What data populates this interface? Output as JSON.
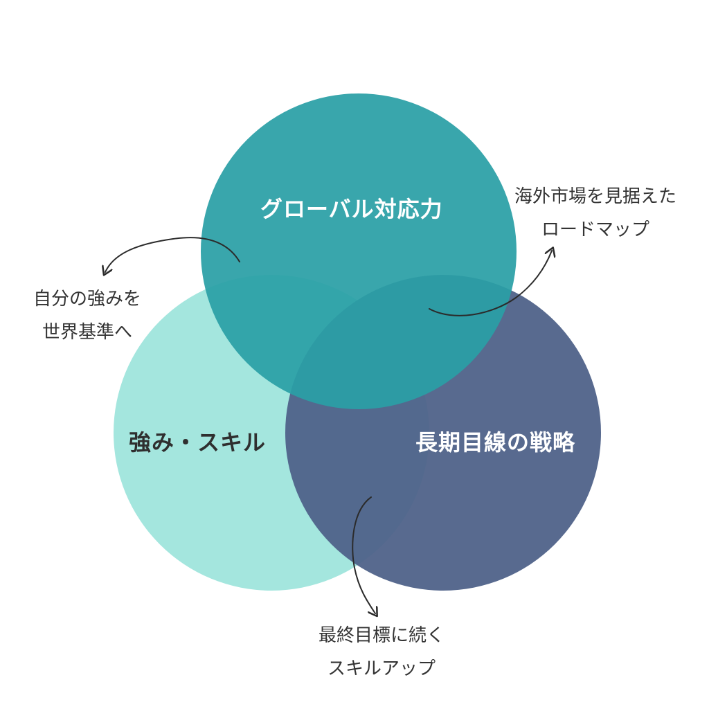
{
  "diagram": {
    "colors": {
      "background": "#ffffff",
      "global_circle": "#2a9fa6",
      "strength_circle": "#a4e6de",
      "strategy_circle": "#4f6289",
      "label_light": "#ffffff",
      "label_dark": "#2f2f2f",
      "note_text": "#333333",
      "arrow": "#2b2b2b"
    },
    "circles": {
      "global": {
        "label": "グローバル対応力"
      },
      "strength": {
        "label": "強み・スキル"
      },
      "strategy": {
        "label": "長期目線の戦略"
      }
    },
    "notes": {
      "self_world": {
        "line1": "自分の強みを",
        "line2": "世界基準へ"
      },
      "overseas": {
        "line1": "海外市場を見据えた",
        "line2": "ロードマップ"
      },
      "goal_skill": {
        "line1": "最終目標に続く",
        "line2": "スキルアップ"
      }
    }
  }
}
